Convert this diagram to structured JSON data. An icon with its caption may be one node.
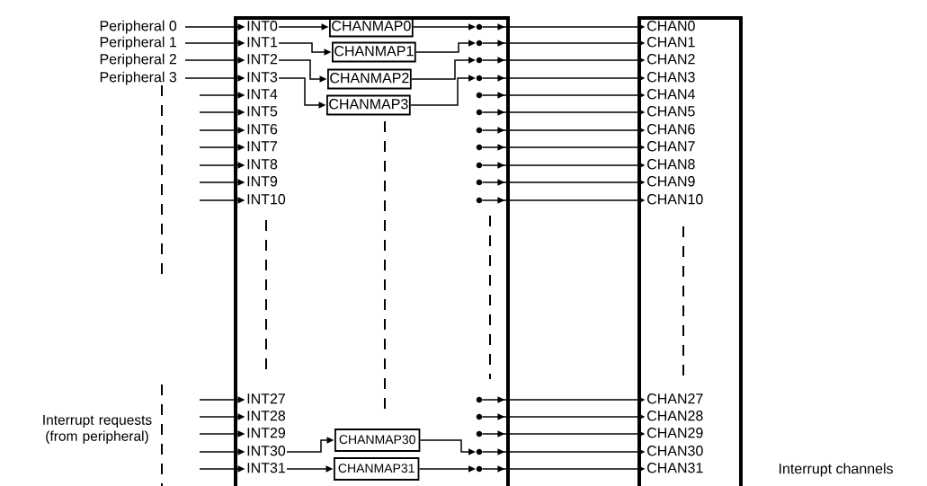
{
  "diagram": {
    "nodes": [
      {
        "text": [
          "Peripheral 0"
        ]
      },
      {
        "text": [
          "Peripheral 1"
        ]
      },
      {
        "text": [
          "Peripheral 2"
        ]
      },
      {
        "text": [
          "Peripheral 3"
        ]
      },
      {
        "text": [],
        "shape": "box"
      },
      {
        "text": [
          "INT0"
        ],
        "in": 4
      },
      {
        "text": [
          "INT1"
        ],
        "in": 4
      },
      {
        "text": [
          "INT2"
        ],
        "in": 4
      },
      {
        "text": [
          "INT3"
        ],
        "in": 4
      },
      {
        "text": [
          "INT4"
        ],
        "in": 4
      },
      {
        "text": [
          "INT5"
        ],
        "in": 4
      },
      {
        "text": [
          "INT6"
        ],
        "in": 4
      },
      {
        "text": [
          "INT7"
        ],
        "in": 4
      },
      {
        "text": [
          "INT8"
        ],
        "in": 4
      },
      {
        "text": [
          "INT9"
        ],
        "in": 4
      },
      {
        "text": [
          "INT10"
        ],
        "in": 4
      },
      {
        "text": [
          "INT27"
        ],
        "in": 4
      },
      {
        "text": [
          "INT28"
        ],
        "in": 4
      },
      {
        "text": [
          "INT29"
        ],
        "in": 4
      },
      {
        "text": [
          "INT30"
        ],
        "in": 4
      },
      {
        "text": [
          "INT31"
        ],
        "in": 4
      },
      {
        "text": [
          "CHANMAP0"
        ],
        "in": 4
      },
      {
        "text": [
          "CHANMAP1"
        ],
        "in": 4
      },
      {
        "text": [
          "CHANMAP2"
        ],
        "in": 4
      },
      {
        "text": [
          "CHANMAP3"
        ],
        "in": 4
      },
      {
        "text": [
          "CHANMAP30"
        ],
        "in": 4
      },
      {
        "text": [
          "CHANMAP31"
        ],
        "in": 4
      },
      {
        "text": [],
        "shape": "circle",
        "in": 4
      },
      {
        "text": [],
        "shape": "circle",
        "in": 4
      },
      {
        "text": [],
        "shape": "circle",
        "in": 4
      },
      {
        "text": [],
        "shape": "circle",
        "in": 4
      },
      {
        "text": [],
        "shape": "circle",
        "in": 4
      },
      {
        "text": [],
        "shape": "circle",
        "in": 4
      },
      {
        "text": [],
        "shape": "circle",
        "in": 4
      },
      {
        "text": [],
        "shape": "circle",
        "in": 4
      },
      {
        "text": [],
        "shape": "circle",
        "in": 4
      },
      {
        "text": [],
        "shape": "circle",
        "in": 4
      },
      {
        "text": [],
        "shape": "circle",
        "in": 4
      },
      {
        "text": [],
        "shape": "circle",
        "in": 4
      },
      {
        "text": [],
        "shape": "circle",
        "in": 4
      },
      {
        "text": [],
        "shape": "circle",
        "in": 4
      },
      {
        "text": [],
        "shape": "circle",
        "in": 4
      },
      {
        "text": [],
        "shape": "circle",
        "in": 4
      },
      {
        "text": [],
        "shape": "box"
      },
      {
        "text": [
          "CHAN0"
        ],
        "in": 43
      },
      {
        "text": [
          "CHAN1"
        ],
        "in": 43
      },
      {
        "text": [
          "CHAN2"
        ],
        "in": 43
      },
      {
        "text": [
          "CHAN3"
        ],
        "in": 43
      },
      {
        "text": [
          "CHAN4"
        ],
        "in": 43
      },
      {
        "text": [
          "CHAN5"
        ],
        "in": 43
      },
      {
        "text": [
          "CHAN6"
        ],
        "in": 43
      },
      {
        "text": [
          "CHAN7"
        ],
        "in": 43
      },
      {
        "text": [
          "CHAN8"
        ],
        "in": 43
      },
      {
        "text": [
          "CHAN9"
        ],
        "in": 43
      },
      {
        "text": [
          "CHAN10"
        ],
        "in": 43
      },
      {
        "text": [
          "CHAN27"
        ],
        "in": 43
      },
      {
        "text": [
          "CHAN28"
        ],
        "in": 43
      },
      {
        "text": [
          "CHAN29"
        ],
        "in": 43
      },
      {
        "text": [
          "CHAN30"
        ],
        "in": 43
      },
      {
        "text": [
          "CHAN31"
        ],
        "in": 43
      }
    ],
    "edges": [
      {
        "from": 0,
        "to": 5,
        "arrow": "to"
      },
      {
        "from": 1,
        "to": 6,
        "arrow": "to"
      },
      {
        "from": 2,
        "to": 7,
        "arrow": "to"
      },
      {
        "from": 3,
        "to": 8,
        "arrow": "to"
      },
      {
        "from": null,
        "to": 9,
        "arrow": "to"
      },
      {
        "from": null,
        "to": 10,
        "arrow": "to"
      },
      {
        "from": null,
        "to": 11,
        "arrow": "to"
      },
      {
        "from": null,
        "to": 12,
        "arrow": "to"
      },
      {
        "from": null,
        "to": 13,
        "arrow": "to"
      },
      {
        "from": null,
        "to": 14,
        "arrow": "to"
      },
      {
        "from": null,
        "to": 15,
        "arrow": "to"
      },
      {
        "from": null,
        "to": 16,
        "arrow": "to"
      },
      {
        "from": null,
        "to": 17,
        "arrow": "to"
      },
      {
        "from": null,
        "to": 18,
        "arrow": "to"
      },
      {
        "from": null,
        "to": 19,
        "arrow": "to"
      },
      {
        "from": null,
        "to": 20,
        "arrow": "to"
      },
      {
        "from": 5,
        "to": 21,
        "arrow": "to"
      },
      {
        "from": 6,
        "to": 22,
        "arrow": "to"
      },
      {
        "from": 7,
        "to": 23,
        "arrow": "to"
      },
      {
        "from": 8,
        "to": 24,
        "arrow": "to"
      },
      {
        "from": 19,
        "to": 25,
        "arrow": "to"
      },
      {
        "from": 20,
        "to": 26,
        "arrow": "to"
      },
      {
        "from": 21,
        "to": 27,
        "arrow": "to"
      },
      {
        "from": 22,
        "to": 28,
        "arrow": "to"
      },
      {
        "from": 23,
        "to": 29,
        "arrow": "to"
      },
      {
        "from": 24,
        "to": 30,
        "arrow": "to"
      },
      {
        "from": 25,
        "to": 41,
        "arrow": "to"
      },
      {
        "from": 26,
        "to": 42,
        "arrow": "to"
      },
      {
        "from": 27,
        "to": 44,
        "arrow": "to"
      },
      {
        "from": 28,
        "to": 45,
        "arrow": "to"
      },
      {
        "from": 29,
        "to": 46,
        "arrow": "to"
      },
      {
        "from": 30,
        "to": 47,
        "arrow": "to"
      },
      {
        "from": 31,
        "to": 48,
        "arrow": "to"
      },
      {
        "from": 32,
        "to": 49,
        "arrow": "to"
      },
      {
        "from": 33,
        "to": 50,
        "arrow": "to"
      },
      {
        "from": 34,
        "to": 51,
        "arrow": "to"
      },
      {
        "from": 35,
        "to": 52,
        "arrow": "to"
      },
      {
        "from": 36,
        "to": 53,
        "arrow": "to"
      },
      {
        "from": 37,
        "to": 54,
        "arrow": "to"
      },
      {
        "from": 38,
        "to": 55,
        "arrow": "to"
      },
      {
        "from": 39,
        "to": 56,
        "arrow": "to"
      },
      {
        "from": 40,
        "to": 57,
        "arrow": "to"
      },
      {
        "from": 41,
        "to": 58,
        "arrow": "to"
      },
      {
        "from": 42,
        "to": 59,
        "arrow": "to"
      }
    ],
    "labels": [
      "Interrupt requests (from peripheral)",
      "Interrupt channels"
    ]
  }
}
